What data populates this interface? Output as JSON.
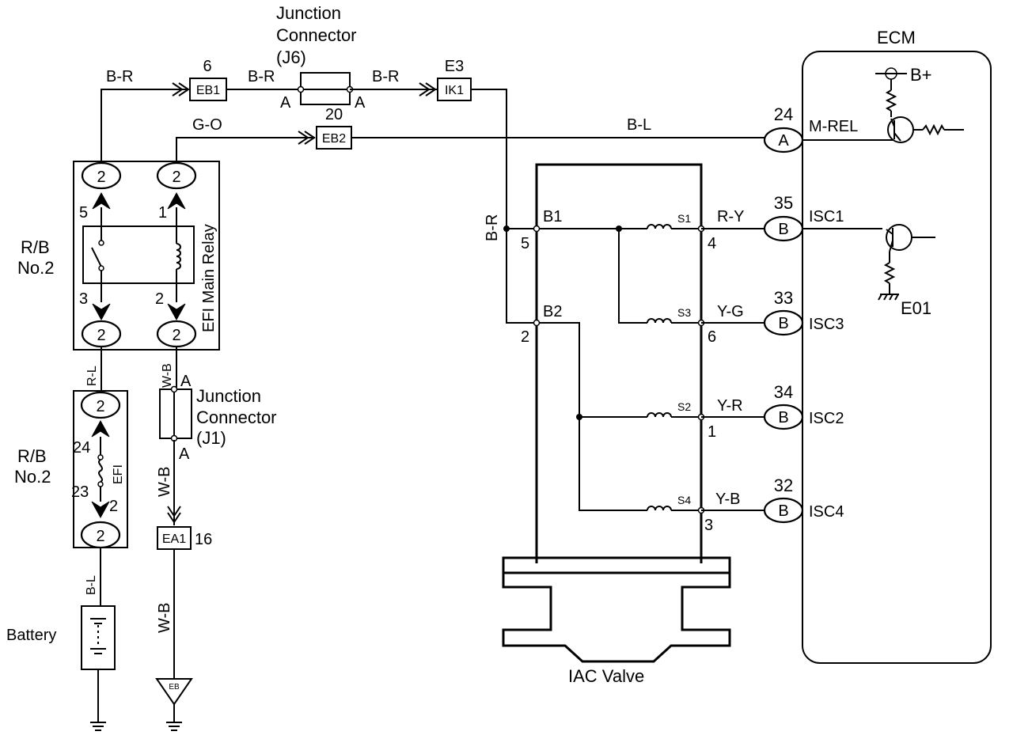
{
  "ecm": {
    "title": "ECM",
    "bplus": "B+",
    "e01": "E01",
    "terminals": [
      {
        "num": "24",
        "conn": "A",
        "name": "M-REL"
      },
      {
        "num": "35",
        "conn": "B",
        "name": "ISC1"
      },
      {
        "num": "33",
        "conn": "B",
        "name": "ISC3"
      },
      {
        "num": "34",
        "conn": "B",
        "name": "ISC2"
      },
      {
        "num": "32",
        "conn": "B",
        "name": "ISC4"
      }
    ]
  },
  "junction_j6": {
    "line1": "Junction",
    "line2": "Connector",
    "line3": "(J6)",
    "pin_a": "A"
  },
  "junction_j1": {
    "line1": "Junction",
    "line2": "Connector",
    "line3": "(J1)",
    "pin_a": "A"
  },
  "connectors": {
    "eb1": {
      "num": "6",
      "label": "EB1"
    },
    "eb2": {
      "num": "20",
      "label": "EB2"
    },
    "ik1": {
      "num": "E3",
      "label": "IK1"
    },
    "ea1": {
      "num": "16",
      "label": "EA1"
    },
    "eb_ground": "EB"
  },
  "wires": {
    "br": "B-R",
    "go": "G-O",
    "bl": "B-L",
    "rl": "R-L",
    "wb": "W-B",
    "ry": "R-Y",
    "yg": "Y-G",
    "yr": "Y-R",
    "yb": "Y-B"
  },
  "relay_block": {
    "rb_line1": "R/B",
    "rb_line2": "No.2",
    "relay_label": "EFI Main Relay",
    "fuse_label": "EFI",
    "pin_2": "2",
    "term_5": "5",
    "term_1": "1",
    "term_3": "3",
    "term_2": "2",
    "fuse_term_24": "24",
    "fuse_term_23": "23",
    "fuse_term_2": "2"
  },
  "battery_label": "Battery",
  "iac": {
    "label": "IAC Valve",
    "b1": "B1",
    "b2": "B2",
    "pin_b1": "5",
    "pin_b2": "2",
    "coils": [
      {
        "name": "S1",
        "pin": "4"
      },
      {
        "name": "S3",
        "pin": "6"
      },
      {
        "name": "S2",
        "pin": "1"
      },
      {
        "name": "S4",
        "pin": "3"
      }
    ]
  }
}
